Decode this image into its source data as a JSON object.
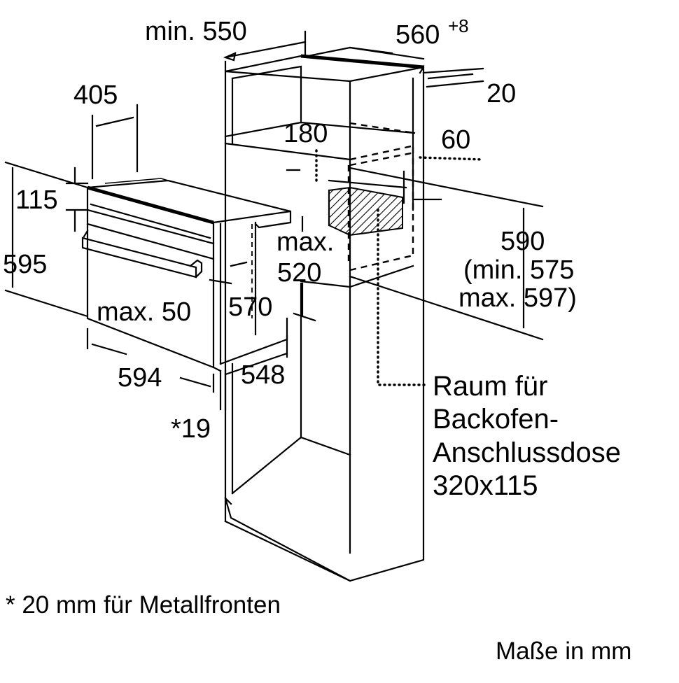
{
  "dimensions": {
    "min_550": "min. 550",
    "w560": "560",
    "w560_sup": "+8",
    "d20": "20",
    "d405": "405",
    "d180": "180",
    "d60": "60",
    "d115": "115",
    "d595": "595",
    "max_label": "max.",
    "d520": "520",
    "d590": "590",
    "min575": "(min. 575",
    "max597": "max. 597)",
    "max50": "max. 50",
    "d570": "570",
    "d594": "594",
    "d548": "548",
    "d19": "*19"
  },
  "socket_label": {
    "line1": "Raum für",
    "line2": "Backofen-",
    "line3": "Anschlussdose",
    "line4": "320x115"
  },
  "footnote": "* 20 mm für Metallfronten",
  "units_note": "Maße in mm"
}
